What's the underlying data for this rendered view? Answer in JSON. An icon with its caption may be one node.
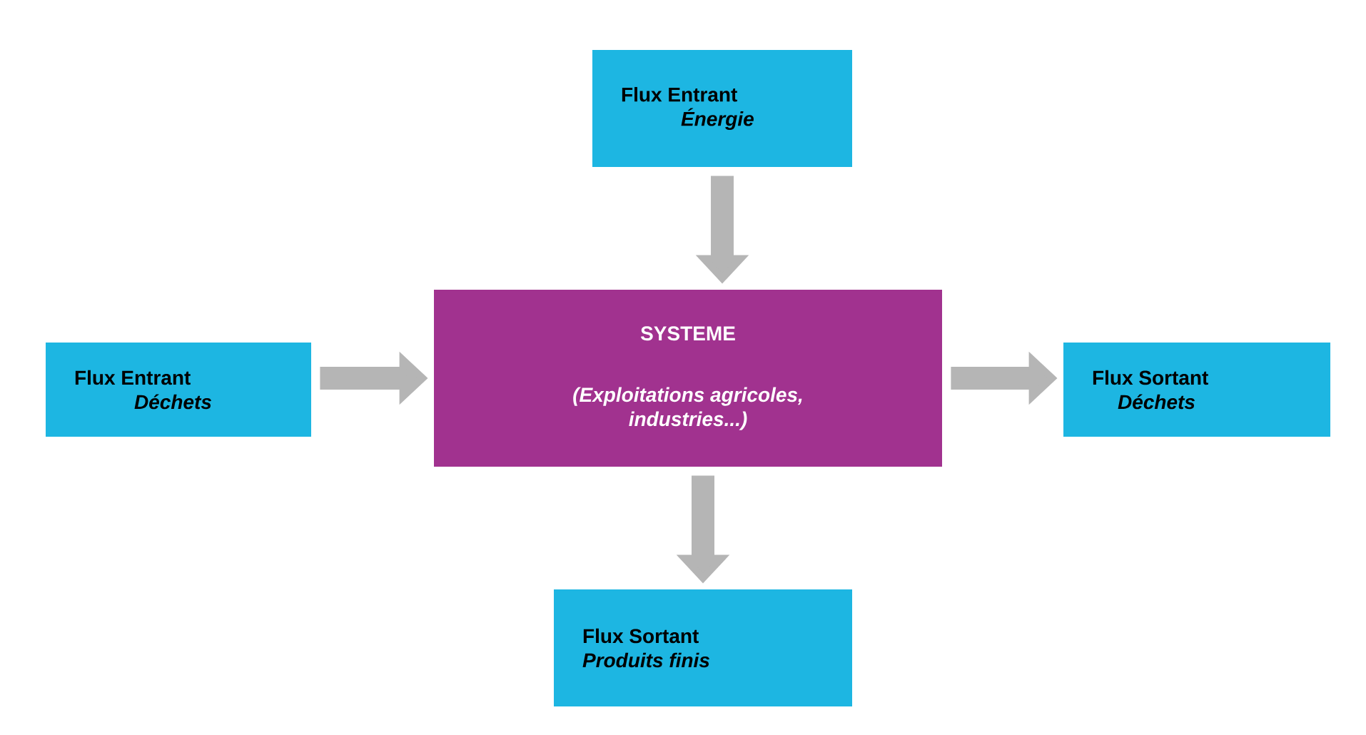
{
  "diagram": {
    "nodes": [
      {
        "text": [
          "Flux Entrant",
          "Énergie"
        ]
      },
      {
        "text": [
          "Flux Entrant",
          "Déchets"
        ]
      },
      {
        "text": [
          "SYSTEME",
          "(Exploitations agricoles, industries...)"
        ]
      },
      {
        "text": [
          "Flux Sortant",
          "Déchets"
        ]
      },
      {
        "text": [
          "Flux Sortant",
          "Produits finis"
        ]
      }
    ],
    "edges": [
      {
        "from": 0,
        "to": 2,
        "arrow": "to"
      },
      {
        "from": 1,
        "to": 2,
        "arrow": "to"
      },
      {
        "from": 2,
        "to": 3,
        "arrow": "to"
      },
      {
        "from": 2,
        "to": 4,
        "arrow": "to"
      }
    ]
  }
}
